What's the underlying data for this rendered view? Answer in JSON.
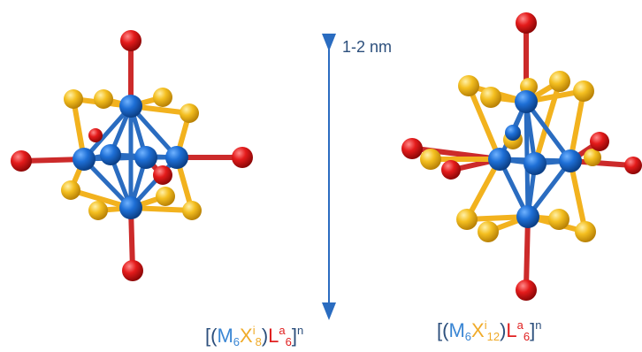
{
  "scale": {
    "label": "1-2 nm"
  },
  "colors": {
    "metal": "#1f6fd1",
    "halide": "#f3bd1c",
    "ligand": "#e41b1b",
    "bond_metal": "#2a6cc0",
    "bond_halide": "#f2b21e",
    "bond_ligand": "#cc2a2a",
    "arrow": "#2a6cc0",
    "text_dark": "#2c4f7c"
  },
  "formulas": {
    "left": {
      "open": "[(",
      "metal": "M",
      "metal_sub": "6",
      "halide": "X",
      "halide_sup": "i",
      "halide_sub": "8",
      "close_paren": ")",
      "ligand": "L",
      "ligand_sup": "a",
      "ligand_sub": "6",
      "close": "]",
      "charge": "n"
    },
    "right": {
      "open": "[(",
      "metal": "M",
      "metal_sub": "6",
      "halide": "X",
      "halide_sup": "i",
      "halide_sub": "12",
      "close_paren": ")",
      "ligand": "L",
      "ligand_sup": "a",
      "ligand_sub": "6",
      "close": "]",
      "charge": "n"
    }
  }
}
